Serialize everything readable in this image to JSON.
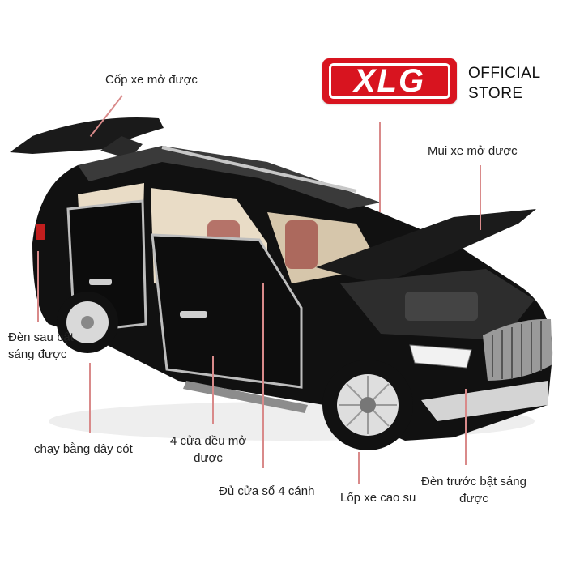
{
  "brand": {
    "logo_text": "XLG",
    "store_line1": "OFFICIAL",
    "store_line2": "STORE",
    "logo_color": "#d8141f"
  },
  "callouts": {
    "trunk": "Cốp xe mở được",
    "roof": "Mui xe mở được",
    "rear_light_line1": "Đèn sau bật",
    "rear_light_line2": "sáng được",
    "pullback": "chạy bằng dây cót",
    "doors_line1": "4 cửa đều mở",
    "doors_line2": "được",
    "windows": "Đủ cửa sổ 4 cánh",
    "tires": "Lốp xe cao su",
    "front_light_line1": "Đèn trước bật sáng",
    "front_light_line2": "được"
  },
  "product": {
    "image": "black-suv-model-car",
    "car_color": "#111111",
    "interior_color": "#e9dcc6"
  }
}
